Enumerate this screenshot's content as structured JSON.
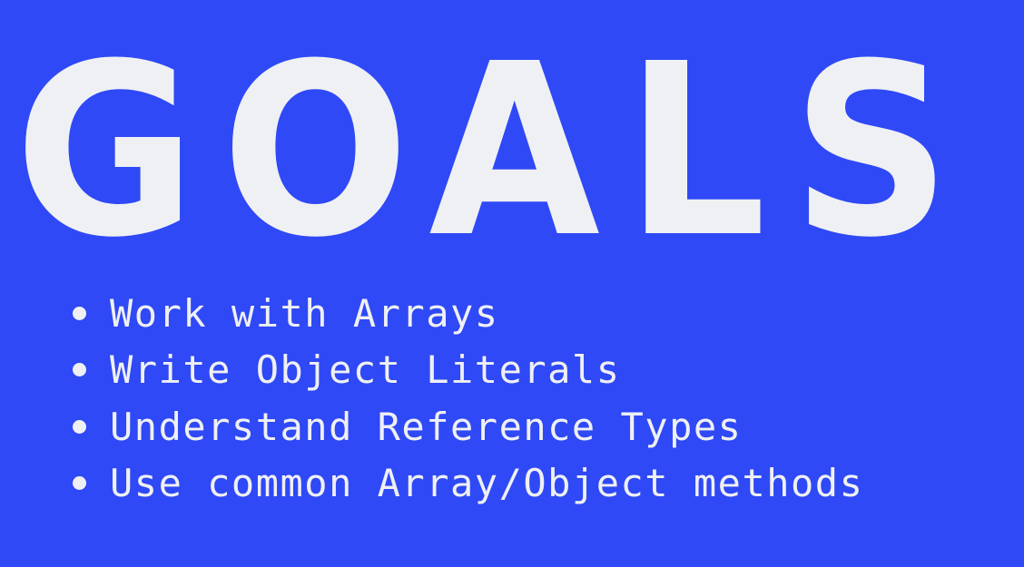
{
  "slide": {
    "title": "GOALS",
    "goals": [
      "Work with Arrays",
      "Write Object Literals",
      "Understand Reference Types",
      "Use common Array/Object methods"
    ],
    "colors": {
      "background": "#2f49f6",
      "text": "#eff0f3"
    }
  }
}
